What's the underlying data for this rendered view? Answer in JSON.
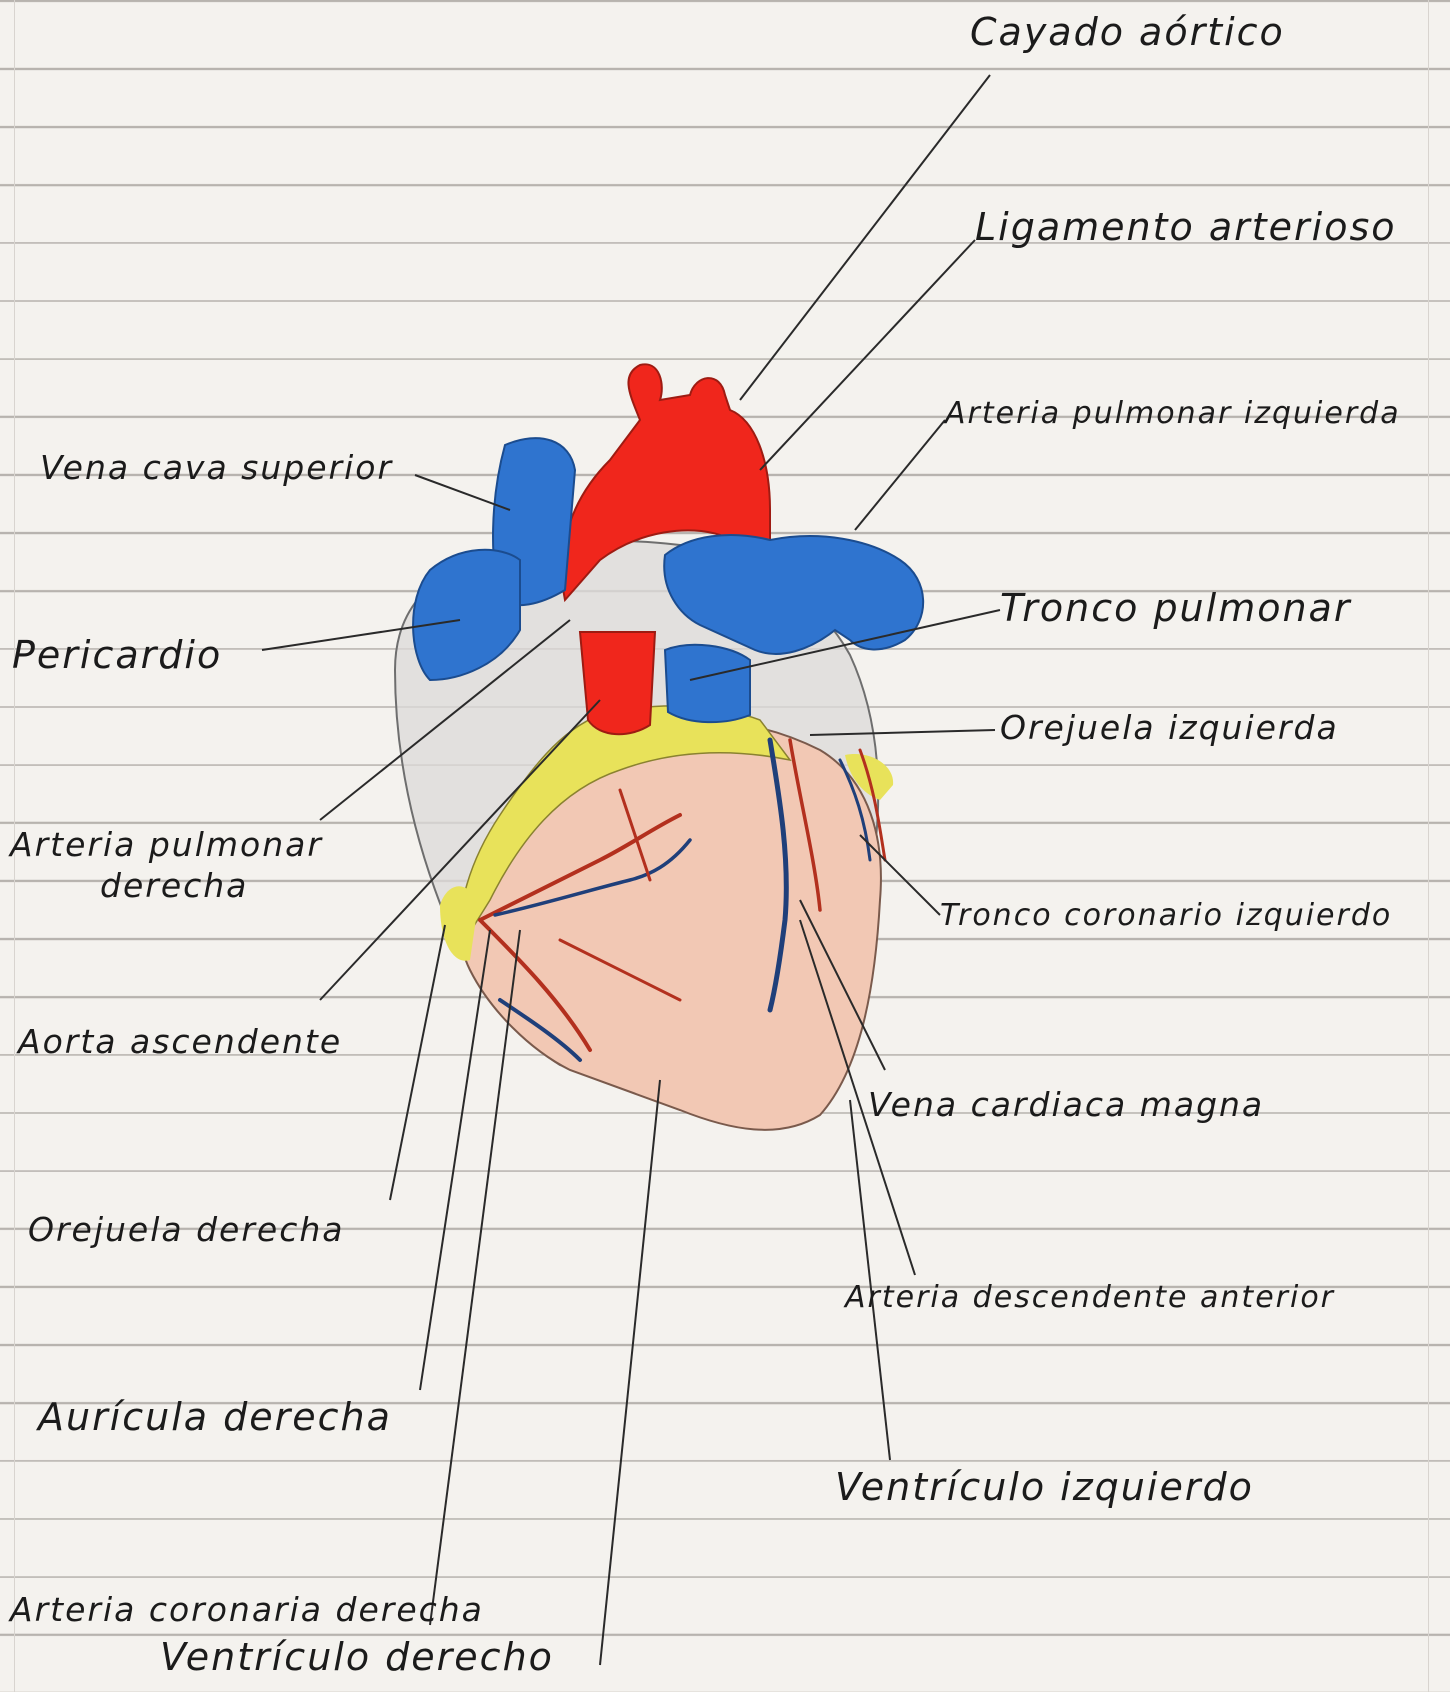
{
  "labels": {
    "cayado_aortico": "Cayado aórtico",
    "ligamento_arterioso": "Ligamento arterioso",
    "arteria_pulmonar_izquierda": "Arteria pulmonar izquierda",
    "vena_cava_superior": "Vena cava superior",
    "tronco_pulmonar": "Tronco pulmonar",
    "pericardio": "Pericardio",
    "orejuela_izquierda": "Orejuela izquierda",
    "arteria_pulmonar_derecha_line1": "Arteria pulmonar",
    "arteria_pulmonar_derecha_line2": "derecha",
    "tronco_coronario_izquierdo": "Tronco coronario izquierdo",
    "aorta_ascendente": "Aorta ascendente",
    "vena_cardiaca_magna": "Vena cardiaca magna",
    "orejuela_derecha": "Orejuela derecha",
    "arteria_descendente_anterior": "Arteria descendente anterior",
    "auricula_derecha": "Aurícula derecha",
    "ventriculo_izquierdo": "Ventrículo izquierdo",
    "arteria_coronaria_derecha": "Arteria coronaria derecha",
    "ventriculo_derecho": "Ventrículo derecho"
  },
  "colors": {
    "artery": "#f0261c",
    "vein": "#2f74cf",
    "fat": "#e8e25a",
    "myocardium": "#f2c8b4",
    "pericardium": "#dcdad8",
    "vessel_dark": "#1f3f7a",
    "vessel_red": "#b3301e",
    "line": "#2a2a2a"
  }
}
